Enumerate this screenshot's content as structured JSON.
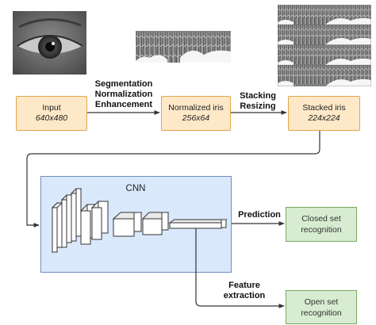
{
  "pipeline": {
    "input_box": {
      "line1": "Input",
      "line2": "640x480"
    },
    "normalized_box": {
      "line1": "Normalized iris",
      "line2": "256x64"
    },
    "stacked_box": {
      "line1": "Stacked iris",
      "line2": "224x224"
    },
    "step1_label": {
      "line1": "Segmentation",
      "line2": "Normalization",
      "line3": "Enhancement"
    },
    "step2_label": {
      "line1": "Stacking",
      "line2": "Resizing"
    }
  },
  "cnn": {
    "title": "CNN"
  },
  "outputs": {
    "prediction_label": "Prediction",
    "feature_label": {
      "line1": "Feature",
      "line2": "extraction"
    },
    "closed_set": {
      "line1": "Closed set",
      "line2": "recognition"
    },
    "open_set": {
      "line1": "Open set",
      "line2": "recognition"
    }
  },
  "colors": {
    "orange_fill": "#fde8c8",
    "orange_border": "#e2a54a",
    "green_fill": "#d7ecd0",
    "green_border": "#7aa964",
    "cnn_fill": "#dae8fc",
    "cnn_border": "#6c8ebf"
  }
}
